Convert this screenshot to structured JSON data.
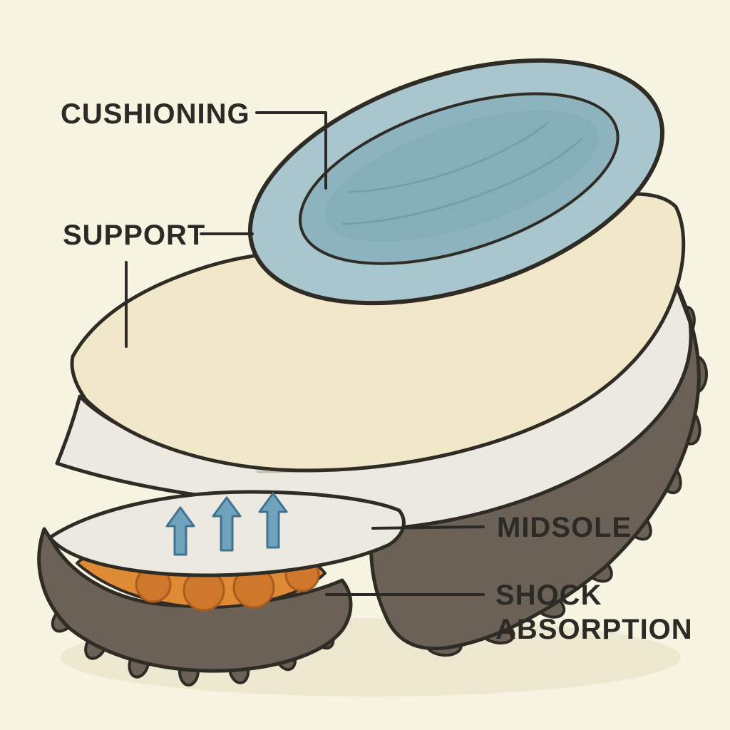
{
  "labels": {
    "cushioning": "CUSHIONING",
    "support": "SUPPORT",
    "midsole": "MIDSOLE",
    "shock_line1": "SHOCK",
    "shock_line2": "ABSORPTION"
  },
  "colors": {
    "background": "#f9f5e3",
    "outline": "#2e2a24",
    "label_text": "#2b2a26",
    "collar_rim": "#a9c7cf",
    "footbed": "#8db5bf",
    "footbed_shade": "#84aeb9",
    "upper": "#f1e9c9",
    "midsole_white": "#edebe1",
    "outsole_dark": "#6b6156",
    "shock_orange": "#e08a33",
    "shock_circle": "#d0772a",
    "arrow_blue": "#6fa3bd",
    "shadow": "#eae4cb"
  }
}
